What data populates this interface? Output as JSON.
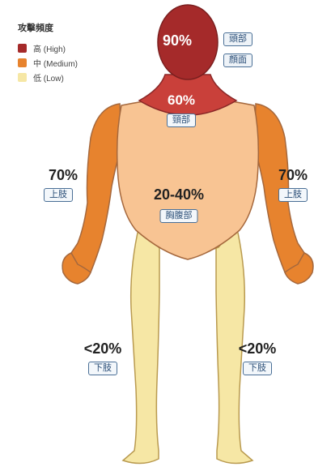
{
  "legend": {
    "title": "攻擊頻度",
    "items": [
      {
        "label": "高 (High)",
        "color": "#a52a2a"
      },
      {
        "label": "中 (Medium)",
        "color": "#e7832e"
      },
      {
        "label": "低 (Low)",
        "color": "#f6e7a5"
      }
    ]
  },
  "regions": {
    "head": {
      "percent": "90%",
      "tags": [
        "頭部",
        "顔面"
      ],
      "level": "high"
    },
    "neck": {
      "percent": "60%",
      "tag": "頸部",
      "level": "high"
    },
    "arm_left": {
      "percent": "70%",
      "tag": "上肢",
      "level": "medium"
    },
    "arm_right": {
      "percent": "70%",
      "tag": "上肢",
      "level": "medium"
    },
    "torso": {
      "percent": "20-40%",
      "tag": "胸腹部",
      "level": "medium"
    },
    "leg_left": {
      "percent": "<20%",
      "tag": "下肢",
      "level": "low"
    },
    "leg_right": {
      "percent": "<20%",
      "tag": "下肢",
      "level": "low"
    }
  },
  "colors": {
    "high": "#a52a2a",
    "medium": "#e7832e",
    "low": "#f6e7a5",
    "torso": "#f8c493",
    "outline": "#a5683d",
    "tag_border": "#4a6f96"
  }
}
